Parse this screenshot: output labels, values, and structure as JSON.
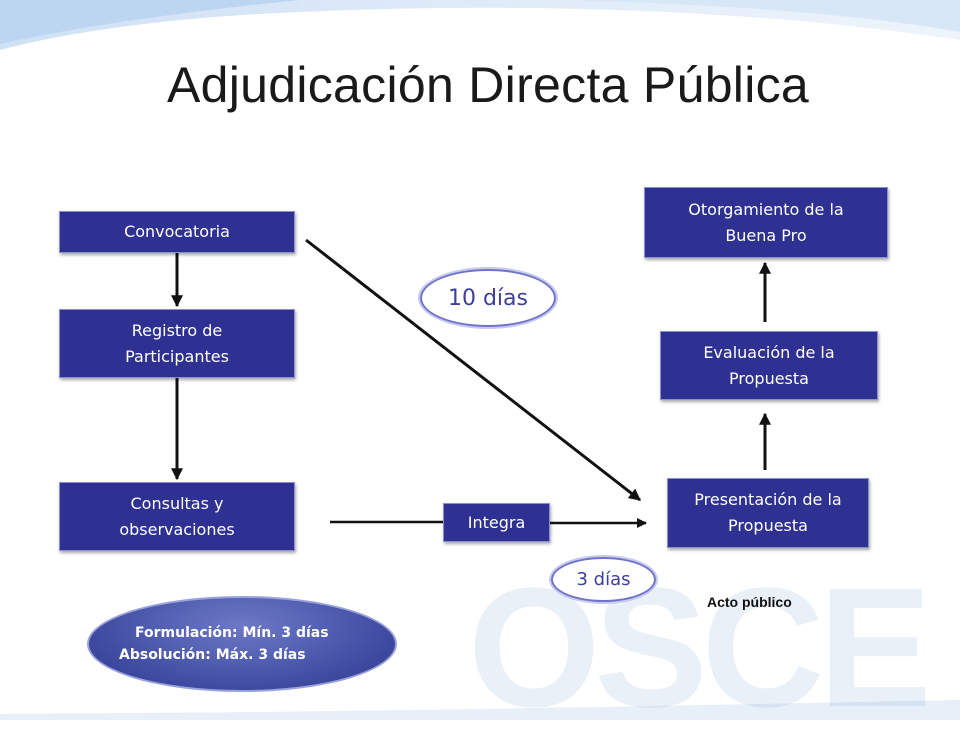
{
  "title": "Adjudicación Directa Pública",
  "watermark": "OSCE",
  "nodes": {
    "convocatoria": "Convocatoria",
    "registro": [
      "Registro de",
      "Participantes"
    ],
    "consultas": [
      "Consultas y",
      "observaciones"
    ],
    "integra": "Integra",
    "presentacion": [
      "Presentación de la",
      "Propuesta"
    ],
    "evaluacion": [
      "Evaluación de la",
      "Propuesta"
    ],
    "otorgamiento": [
      "Otorgamiento de la",
      "Buena Pro"
    ]
  },
  "durations": {
    "d10": "10 días",
    "d3": "3 días"
  },
  "acto_publico": "Acto público",
  "summary": {
    "formulacion": "Formulación: Mín. 3 días",
    "absolucion": "Absolución: Máx. 3 días"
  },
  "colors": {
    "box": "#2e3192",
    "accent": "#3d3f9c",
    "arrow": "#111111"
  }
}
